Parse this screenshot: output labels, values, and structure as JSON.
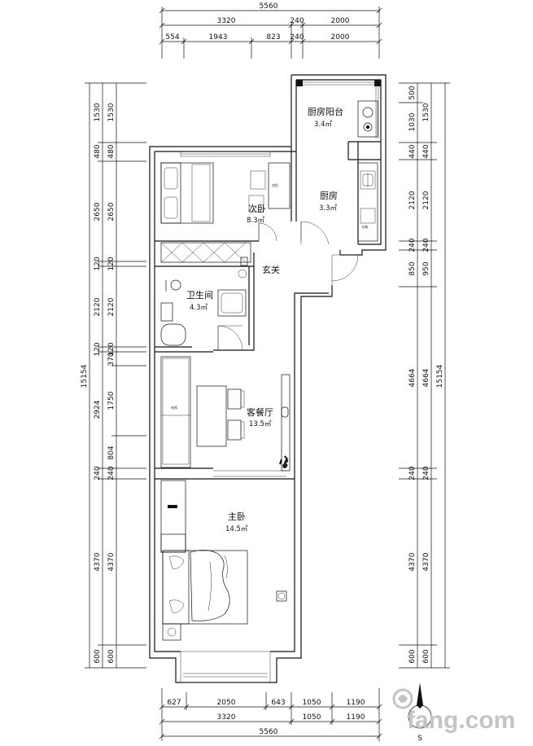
{
  "top_dims": {
    "overall": "5560",
    "row1": [
      "3320",
      "240",
      "2000"
    ],
    "row2": [
      "554",
      "1943",
      "823",
      "240",
      "2000"
    ]
  },
  "bottom_dims": {
    "row1": [
      "627",
      "2050",
      "643",
      "1050",
      "1190"
    ],
    "row2": [
      "3320",
      "1050",
      "1190"
    ],
    "overall": "5560"
  },
  "left_dims": {
    "overall": "15154",
    "outer": [
      "1530",
      "480",
      "2650",
      "120",
      "2120",
      "120",
      "2924",
      "240",
      "4370",
      "600"
    ],
    "inner": [
      "1530",
      "480",
      "2650",
      "120",
      "2120",
      "120",
      "370",
      "1750",
      "804",
      "240",
      "4370",
      "600"
    ]
  },
  "right_dims": {
    "overall": "15154",
    "inner": [
      "500",
      "1030",
      "440",
      "2120",
      "240",
      "850",
      "4664",
      "240",
      "4370",
      "600"
    ],
    "outer": [
      "1530",
      "440",
      "2120",
      "240",
      "950",
      "4664",
      "240",
      "4370",
      "600"
    ]
  },
  "rooms": {
    "kitchen_balcony": {
      "name": "厨房阳台",
      "area": "3.4㎡"
    },
    "kitchen": {
      "name": "厨房",
      "area": "3.3㎡"
    },
    "second_bedroom": {
      "name": "次卧",
      "area": "8.3㎡"
    },
    "entrance": {
      "name": "玄关"
    },
    "bathroom": {
      "name": "卫生间",
      "area": "4.3㎡"
    },
    "living_dining": {
      "name": "客餐厅",
      "area": "13.5㎡"
    },
    "master_bedroom": {
      "name": "主卧",
      "area": "14.5㎡"
    }
  },
  "watermark": "fang.com"
}
